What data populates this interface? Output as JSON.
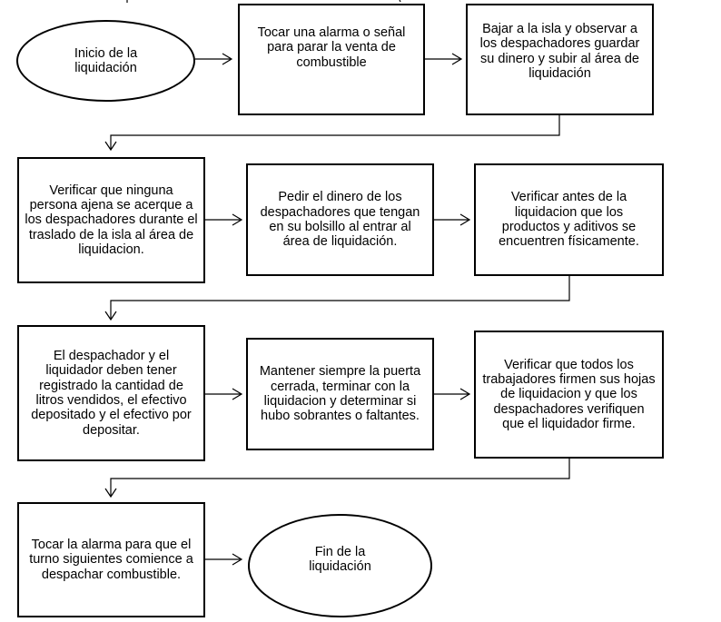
{
  "nodes": [
    {
      "id": "inicio",
      "shape": "oval",
      "text": "Inicio de la liquidación"
    },
    {
      "id": "tocar-alarma",
      "shape": "rect",
      "text": "Tocar una alarma o señal para parar la venta de combustible"
    },
    {
      "id": "bajar-isla",
      "shape": "rect",
      "text": "Bajar a  la isla y observar a los despachadores guardar su dinero y subir al área de liquidación"
    },
    {
      "id": "verificar-persona",
      "shape": "rect",
      "text": "Verificar que ninguna persona ajena se acerque a los despachadores durante el traslado de la isla al área de liquidacion."
    },
    {
      "id": "pedir-dinero",
      "shape": "rect",
      "text": "Pedir el dinero de los despachadores que tengan en su bolsillo al entrar al área de liquidación."
    },
    {
      "id": "verificar-productos",
      "shape": "rect",
      "text": "Verificar antes de la liquidacion que los productos y aditivos se encuentren físicamente."
    },
    {
      "id": "registrar",
      "shape": "rect",
      "text": "El despachador y el liquidador deben tener registrado la cantidad de litros vendidos, el efectivo depositado y el efectivo por depositar."
    },
    {
      "id": "mantener-puerta",
      "shape": "rect",
      "text": "Mantener siempre la puerta cerrada, terminar con la liquidacion y determinar si hubo sobrantes o faltantes."
    },
    {
      "id": "verificar-firmas",
      "shape": "rect",
      "text": "Verificar que todos los trabajadores firmen sus hojas de liquidacion y que los despachadores verifiquen que el liquidador firme."
    },
    {
      "id": "tocar-alarma-turno",
      "shape": "rect",
      "text": "Tocar la alarma para que el turno siguientes comience a despachar combustible."
    },
    {
      "id": "fin",
      "shape": "oval",
      "text": "Fin de la liquidación"
    }
  ],
  "edges": [
    {
      "from": "inicio",
      "to": "tocar-alarma"
    },
    {
      "from": "tocar-alarma",
      "to": "bajar-isla"
    },
    {
      "from": "bajar-isla",
      "to": "verificar-persona"
    },
    {
      "from": "verificar-persona",
      "to": "pedir-dinero"
    },
    {
      "from": "pedir-dinero",
      "to": "verificar-productos"
    },
    {
      "from": "verificar-productos",
      "to": "registrar"
    },
    {
      "from": "registrar",
      "to": "mantener-puerta"
    },
    {
      "from": "mantener-puerta",
      "to": "verificar-firmas"
    },
    {
      "from": "verificar-firmas",
      "to": "tocar-alarma-turno"
    },
    {
      "from": "tocar-alarma-turno",
      "to": "fin"
    }
  ]
}
